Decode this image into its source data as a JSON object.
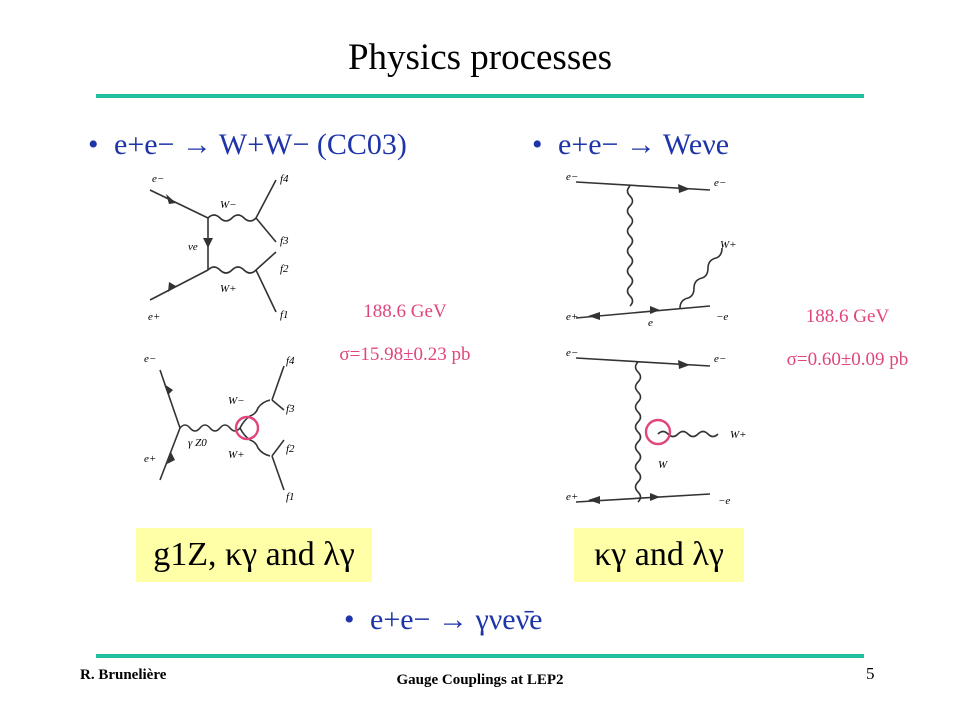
{
  "slide": {
    "title": "Physics processes",
    "page_number": "5"
  },
  "bullets": {
    "bullet_glyph": "•",
    "left": "e+e− → W+W− (CC03)",
    "right": "e+e− → Weνe",
    "bottom": "e+e− → γνeν̄e"
  },
  "annotations": {
    "left_energy": "188.6 GeV",
    "left_xsec": "σ=15.98±0.23 pb",
    "right_energy": "188.6 GeV",
    "right_xsec": "σ=0.60±0.09 pb"
  },
  "boxes": {
    "left": "g1Z, κγ and λγ",
    "right": "κγ and λγ"
  },
  "footer": {
    "author": "R. Brunelière",
    "talk": "Gauge Couplings at LEP2"
  },
  "diagram_labels": {
    "cc03_t": [
      "e−",
      "W−",
      "νe",
      "W+",
      "e+",
      "f4",
      "f3",
      "f2",
      "f1"
    ],
    "cc03_s": [
      "e−",
      "e+",
      "γ Z0",
      "W−",
      "W+",
      "f4",
      "f3",
      "f2",
      "f1"
    ],
    "wev_1": [
      "e−",
      "e−",
      "W+",
      "e+",
      "e",
      "−e"
    ],
    "wev_2": [
      "e−",
      "e−",
      "W+",
      "W",
      "e+",
      "−e"
    ]
  },
  "colors": {
    "title_rule": "#1fbfa0",
    "bullet_text": "#1e34a8",
    "annotation": "#e0457d",
    "box_fill": "#ffffa8",
    "vertex_circle": "#e0457d"
  }
}
